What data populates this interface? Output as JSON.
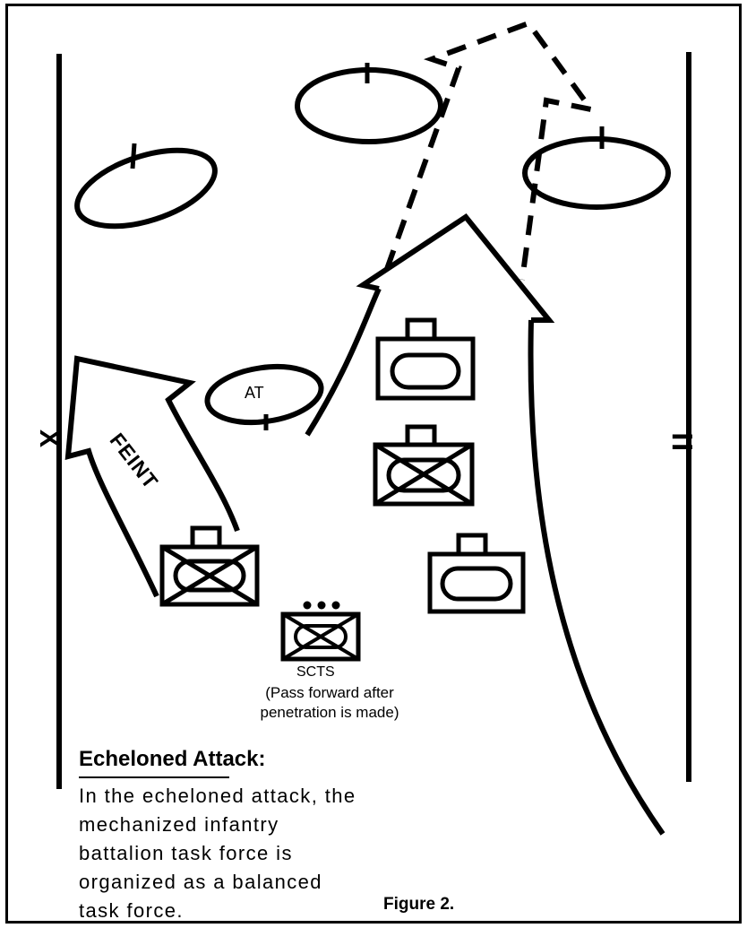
{
  "diagram": {
    "left_boundary_mark": "X",
    "right_boundary_mark": "=",
    "feint_label": "FEINT",
    "at_label": "AT",
    "scout_label": "SCTS",
    "scout_note_line1": "(Pass forward after",
    "scout_note_line2": "penetration is made)",
    "heading": "Echeloned Attack:",
    "body_text": "In the echeloned attack, the mechanized infantry battalion task force is organized as a balanced task force.",
    "caption": "Figure 2."
  }
}
